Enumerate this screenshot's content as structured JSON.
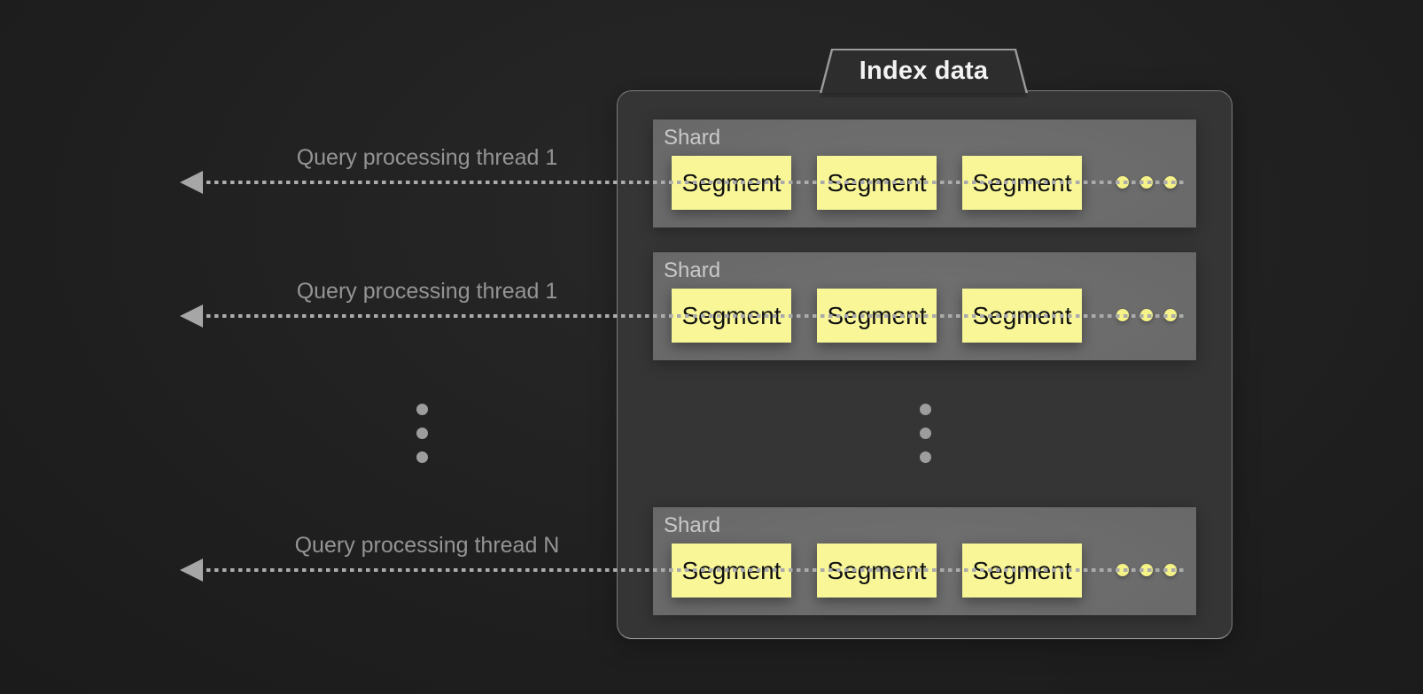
{
  "diagram": {
    "tab_label": "Index data",
    "threads": [
      {
        "label": "Query processing thread 1"
      },
      {
        "label": "Query processing thread 1"
      },
      {
        "label": "Query processing thread N"
      }
    ],
    "shards": [
      {
        "label": "Shard",
        "segments": [
          {
            "label": "Segment"
          },
          {
            "label": "Segment"
          },
          {
            "label": "Segment"
          }
        ]
      },
      {
        "label": "Shard",
        "segments": [
          {
            "label": "Segment"
          },
          {
            "label": "Segment"
          },
          {
            "label": "Segment"
          }
        ]
      },
      {
        "label": "Shard",
        "segments": [
          {
            "label": "Segment"
          },
          {
            "label": "Segment"
          },
          {
            "label": "Segment"
          }
        ]
      }
    ],
    "colors": {
      "page_background": "#1e1e1e",
      "container_fill": "#353535",
      "container_border": "#a5a5a5",
      "tab_fill": "#2d2d2d",
      "tab_text": "#f3f3f3",
      "shard_fill": "#6a6a6a",
      "shard_label_text": "#c9c9c9",
      "segment_fill": "#f8f697",
      "segment_text": "#111111",
      "segment_ellipsis_dot": "#f5f288",
      "arrow_line": "#ababab",
      "thread_label_text": "#949494",
      "vertical_ellipsis_dot": "#9d9d9d"
    }
  }
}
